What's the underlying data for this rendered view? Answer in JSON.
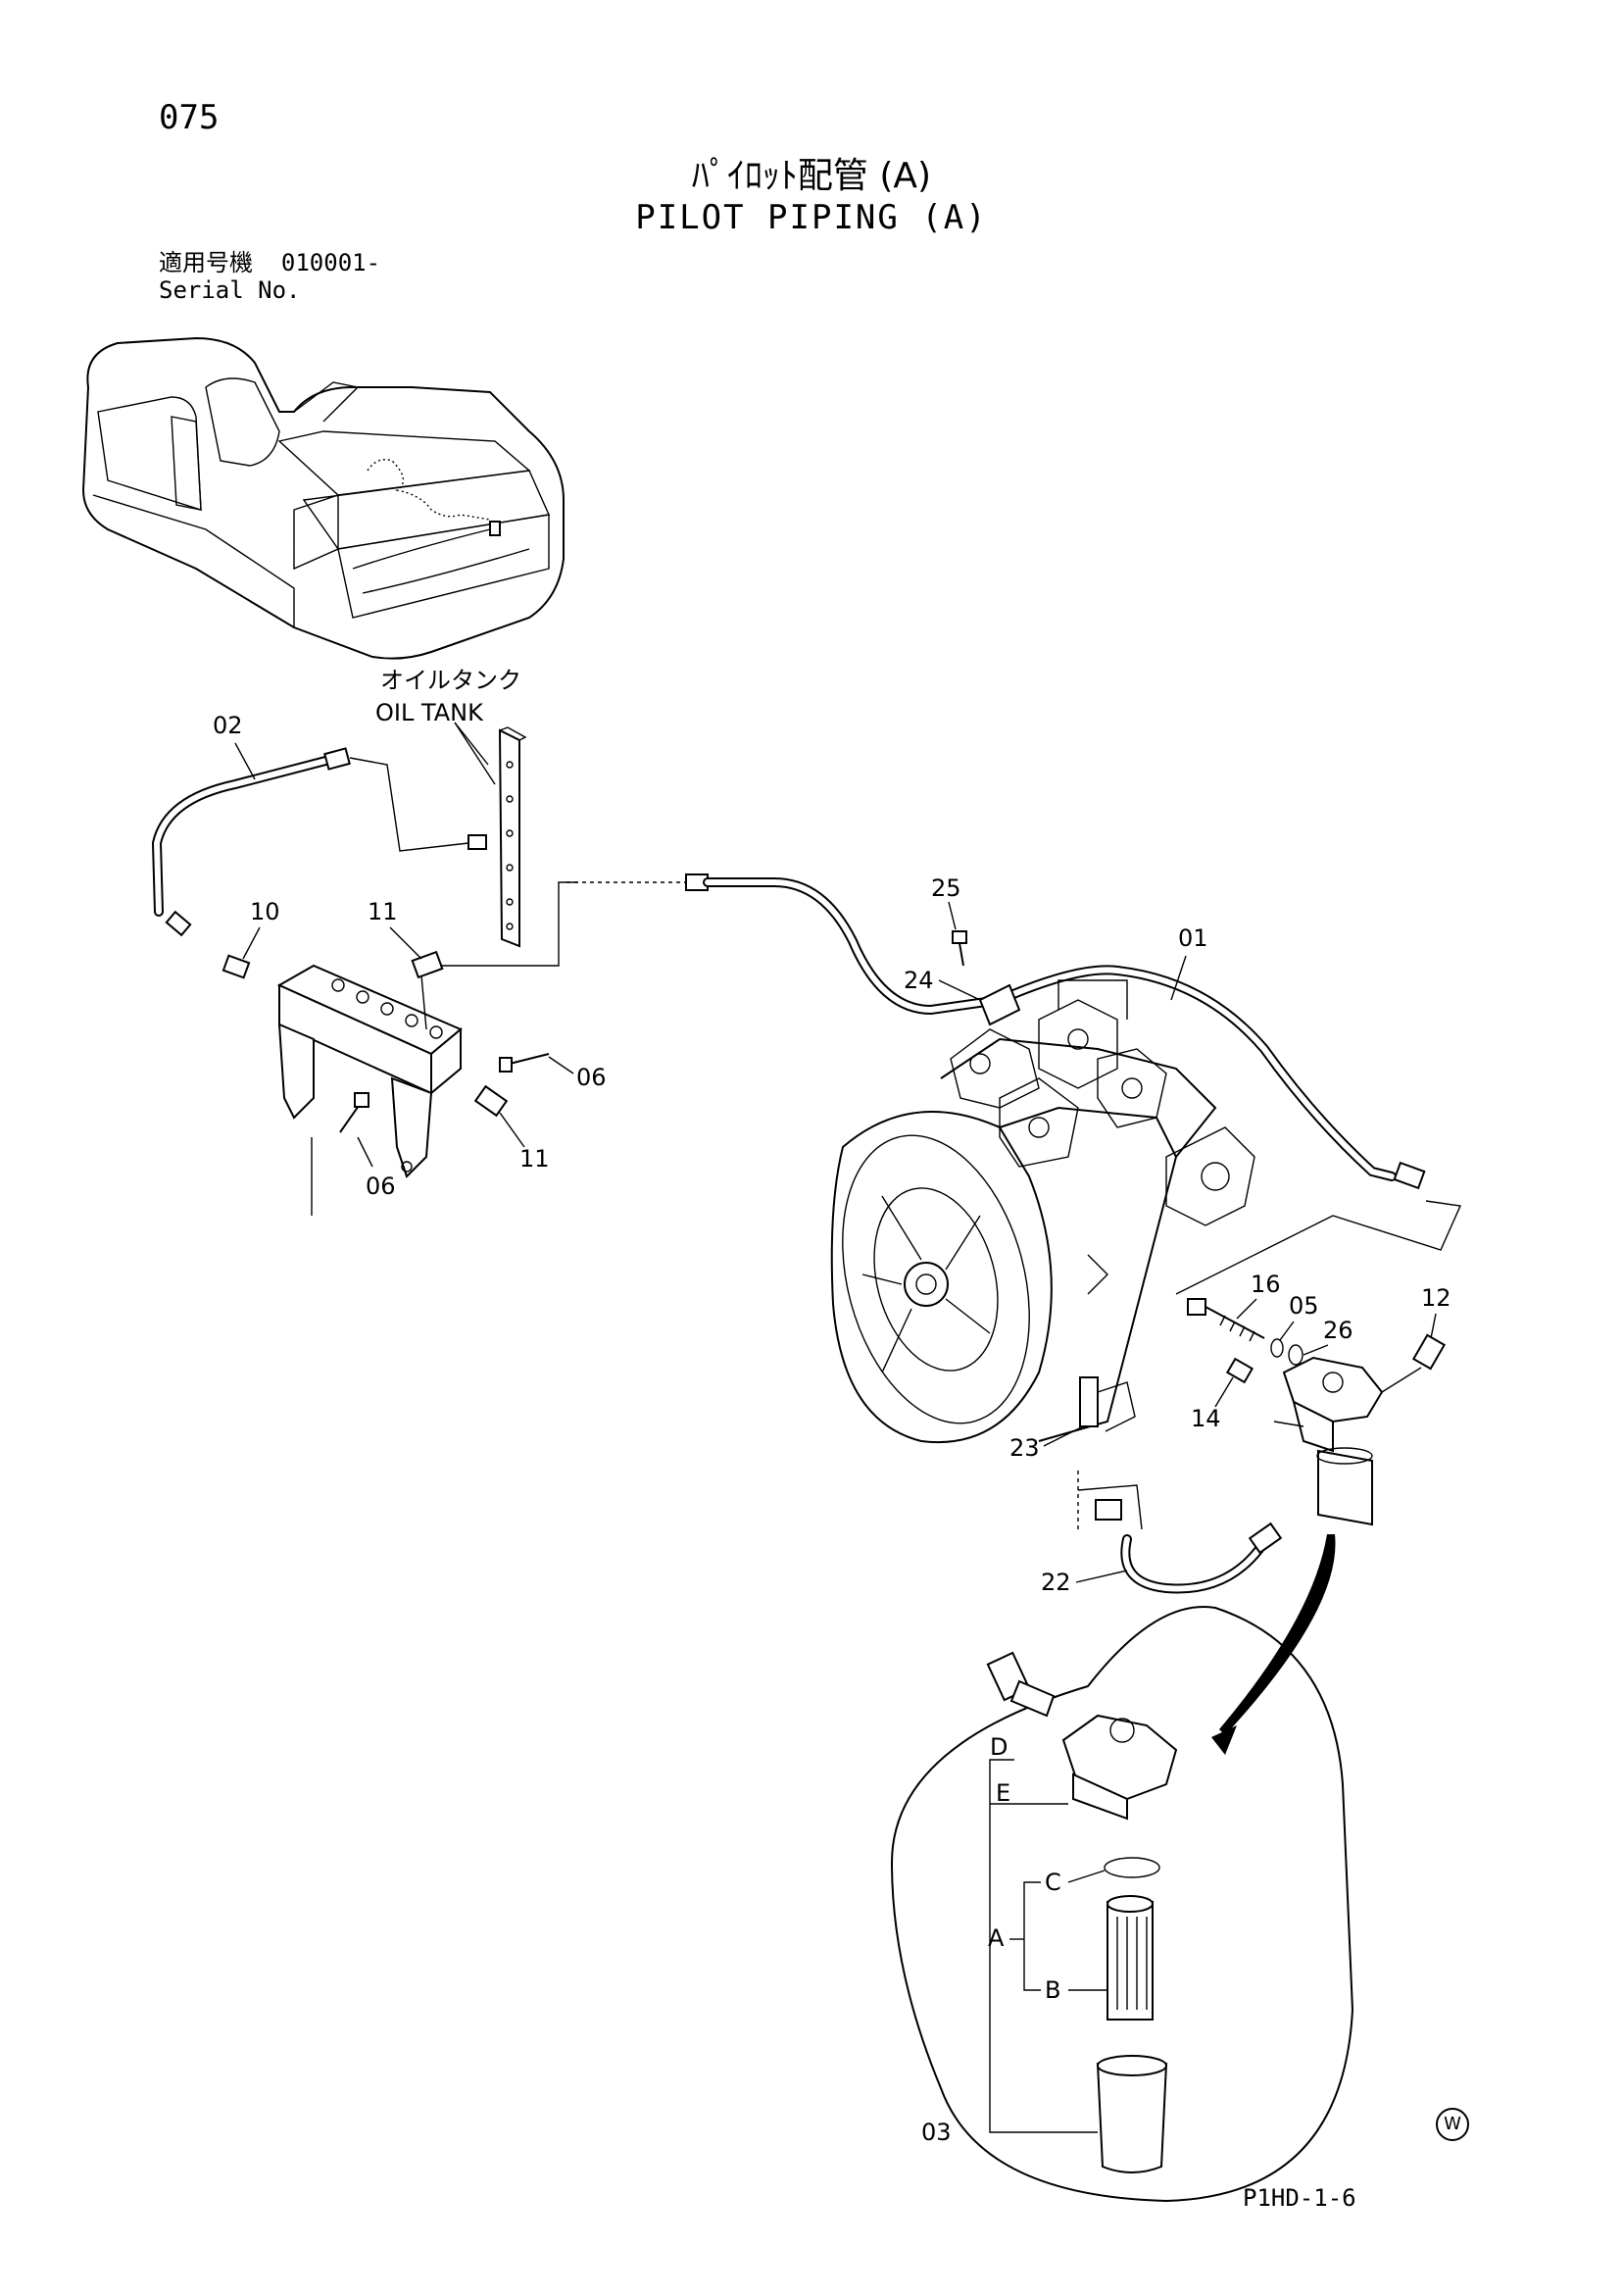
{
  "page": {
    "number": "075",
    "title_jp": "ﾊﾟｲﾛｯﾄ配管 (A)",
    "title_en": "PILOT PIPING (A)",
    "serial_label_jp": "適用号機",
    "serial_value": "010001-",
    "serial_label_en": "Serial No.",
    "page_code": "P1HD-1-6",
    "copyright_mark": "W"
  },
  "labels": {
    "oil_tank_jp": "オイルタンク",
    "oil_tank_en": "OIL TANK"
  },
  "callouts": {
    "p01": "01",
    "p02": "02",
    "p03": "03",
    "p05": "05",
    "p06a": "06",
    "p06b": "06",
    "p10": "10",
    "p11a": "11",
    "p11b": "11",
    "p12": "12",
    "p14": "14",
    "p16": "16",
    "p22": "22",
    "p23": "23",
    "p24": "24",
    "p25": "25",
    "p26": "26",
    "dA": "A",
    "dB": "B",
    "dC": "C",
    "dD": "D",
    "dE": "E"
  }
}
